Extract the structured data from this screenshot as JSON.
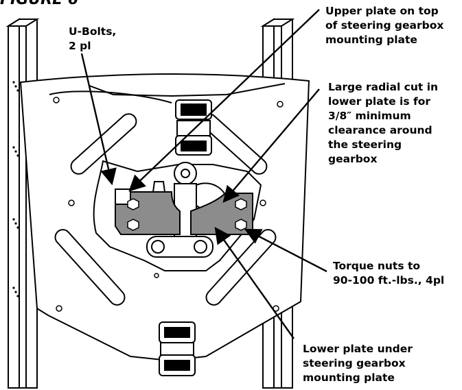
{
  "figure": {
    "title": "FIGURE 6"
  },
  "callouts": {
    "u_bolts": "U-Bolts,\n2 pl",
    "upper_plate": "Upper plate on top\nof steering gearbox\nmounting plate",
    "radial_cut": "Large radial cut in\nlower plate is for\n3/8″ minimum\nclearance around\nthe steering\ngearbox",
    "torque_nuts": "Torque nuts to\n90-100 ft.-lbs., 4pl",
    "lower_plate": "Lower plate under\nsteering gearbox\nmounting plate"
  },
  "colors": {
    "plate_fill": "#8c8c8c",
    "line": "#000000",
    "background": "#ffffff"
  }
}
